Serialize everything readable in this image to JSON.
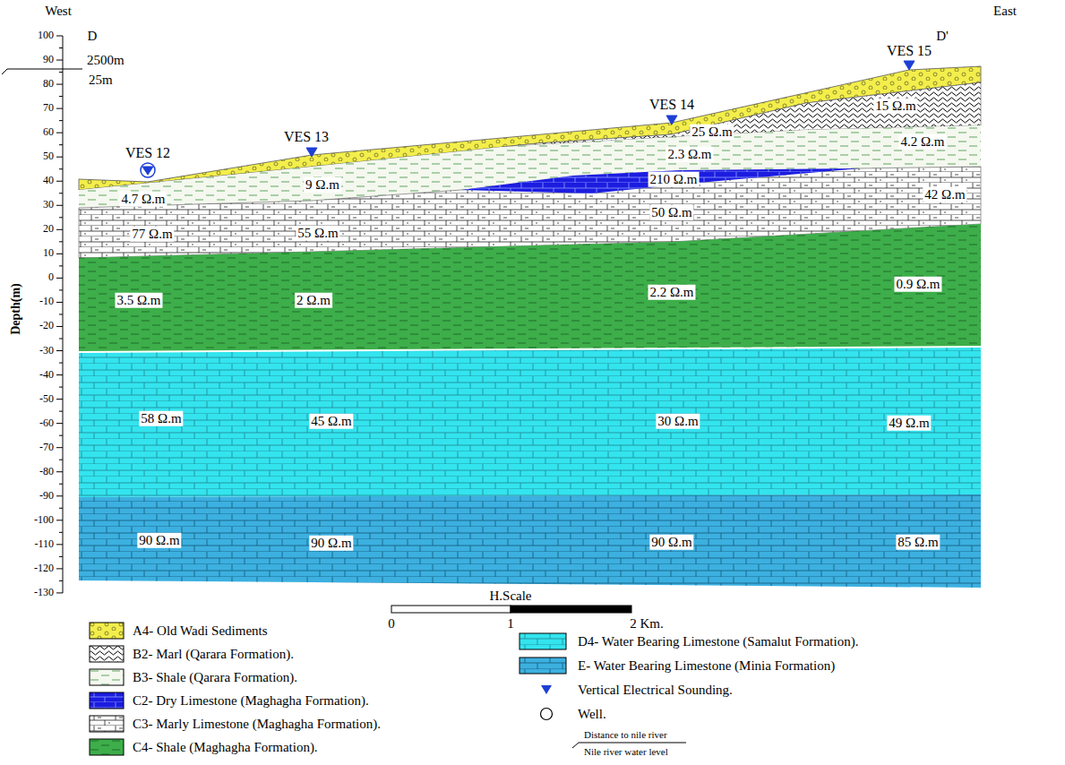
{
  "diagram": {
    "labels": [
      "West",
      "East",
      "D",
      "D'",
      "2500m",
      "25m",
      "VES 12",
      "VES 13",
      "VES 14",
      "VES 15",
      "100",
      "90",
      "80",
      "70",
      "60",
      "50",
      "40",
      "30",
      "20",
      "10",
      "0",
      "-10",
      "-20",
      "-30",
      "-40",
      "-50",
      "-60",
      "-70",
      "-80",
      "-90",
      "-100",
      "-110",
      "-120",
      "-130",
      "Depth(m)",
      "15 Ω.m",
      "25 Ω.m",
      "4.2 Ω.m",
      "2.3 Ω.m",
      "9 Ω.m",
      "210 Ω.m",
      "4.7 Ω.m",
      "42 Ω.m",
      "50 Ω.m",
      "77 Ω.m",
      "55 Ω.m",
      "3.5 Ω.m",
      "2 Ω.m",
      "2.2 Ω.m",
      "0.9 Ω.m",
      "58 Ω.m",
      "45 Ω.m",
      "30 Ω.m",
      "49 Ω.m",
      "90 Ω.m",
      "90 Ω.m",
      "90 Ω.m",
      "85 Ω.m",
      "H.Scale",
      "0",
      "1",
      "2 Km."
    ],
    "legend": [
      {
        "text": "A4- Old Wadi Sediments",
        "color": "#f3ee4b"
      },
      {
        "text": "B2- Marl (Qarara Formation).",
        "color": "#ffffff"
      },
      {
        "text": "B3- Shale (Qarara Formation).",
        "color": "#f4f8ef"
      },
      {
        "text": "C2- Dry Limestone (Maghagha Formation).",
        "color": "#1c1ce0"
      },
      {
        "text": "C3- Marly Limestone (Maghagha Formation).",
        "color": "#ffffff"
      },
      {
        "text": "C4- Shale (Maghagha Formation).",
        "color": "#3dae4a"
      },
      {
        "text": "D4- Water Bearing Limestone (Samalut Formation).",
        "color": "#33e4ee"
      },
      {
        "text": "E- Water Bearing Limestone (Minia Formation)",
        "color": "#3cb0e0"
      },
      {
        "text": "Vertical Electrical Sounding."
      },
      {
        "text": "Well."
      },
      {
        "text": "Distance to nile river"
      },
      {
        "text": "Nile river water level"
      }
    ]
  }
}
